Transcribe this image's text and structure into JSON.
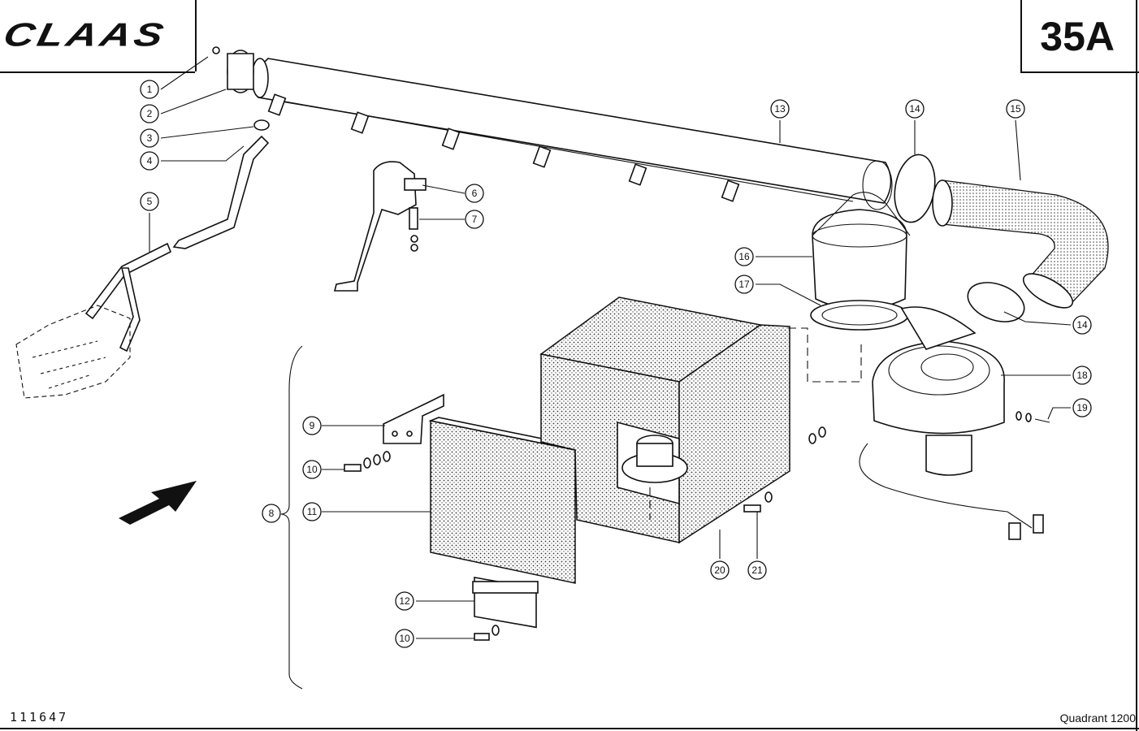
{
  "header": {
    "logo_text": "CLAAS",
    "page_code": "35A"
  },
  "footer": {
    "drawing_number": "111647",
    "model": "Quadrant 1200"
  },
  "callouts": [
    "1",
    "2",
    "3",
    "4",
    "5",
    "6",
    "7",
    "8",
    "9",
    "10",
    "11",
    "12",
    "10",
    "13",
    "14",
    "15",
    "16",
    "17",
    "14",
    "18",
    "19",
    "20",
    "21"
  ]
}
